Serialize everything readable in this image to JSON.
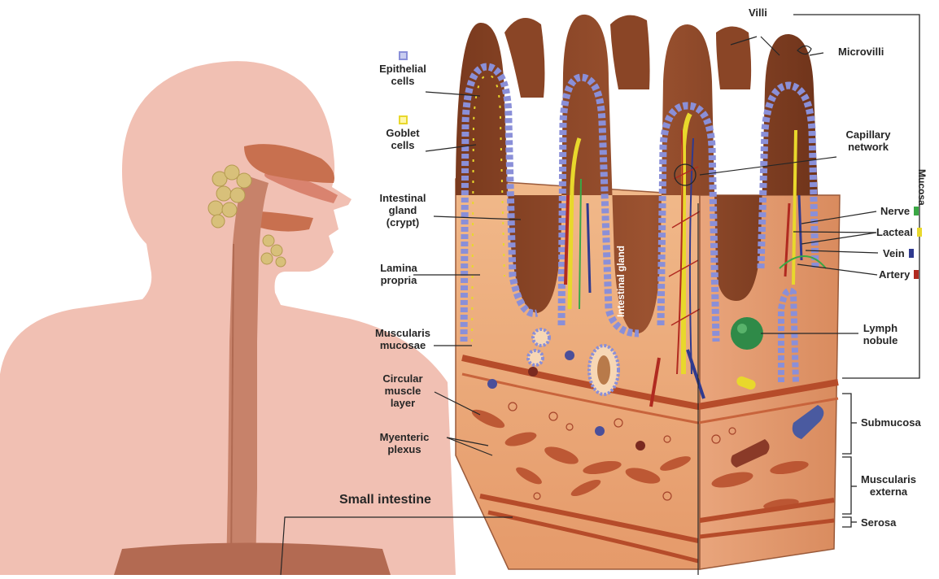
{
  "labels": {
    "villi": "Villi",
    "microvilli": "Microvilli",
    "epithelial_cells": [
      "Epithelial",
      "cells"
    ],
    "goblet_cells": [
      "Goblet",
      "cells"
    ],
    "capillary_network": [
      "Capillary",
      "network"
    ],
    "intestinal_gland_crypt": [
      "Intestinal",
      "gland",
      "(crypt)"
    ],
    "intestinal_gland_inner": "Intestinal gland",
    "lamina_propria": [
      "Lamina",
      "propria"
    ],
    "nerve": "Nerve",
    "lacteal": "Lacteal",
    "vein": "Vein",
    "artery": "Artery",
    "lymph_nobule": [
      "Lymph",
      "nobule"
    ],
    "muscularis_mucosae": [
      "Muscularis",
      "mucosae"
    ],
    "circular_muscle_layer": [
      "Circular",
      "muscle",
      "layer"
    ],
    "myenteric_plexus": [
      "Myenteric",
      "plexus"
    ],
    "small_intestine": "Small intestine",
    "mucosa": "Mucosa",
    "submucosa": "Submucosa",
    "muscularis_externa": [
      "Muscularis",
      "externa"
    ],
    "serosa": "Serosa"
  },
  "legend_colors": {
    "nerve": "#3aa845",
    "lacteal": "#e8d82c",
    "vein": "#2f3a8f",
    "artery": "#b02a20",
    "epithelial_cell": "#8a8fd8",
    "goblet_cell": "#e8d82c"
  }
}
